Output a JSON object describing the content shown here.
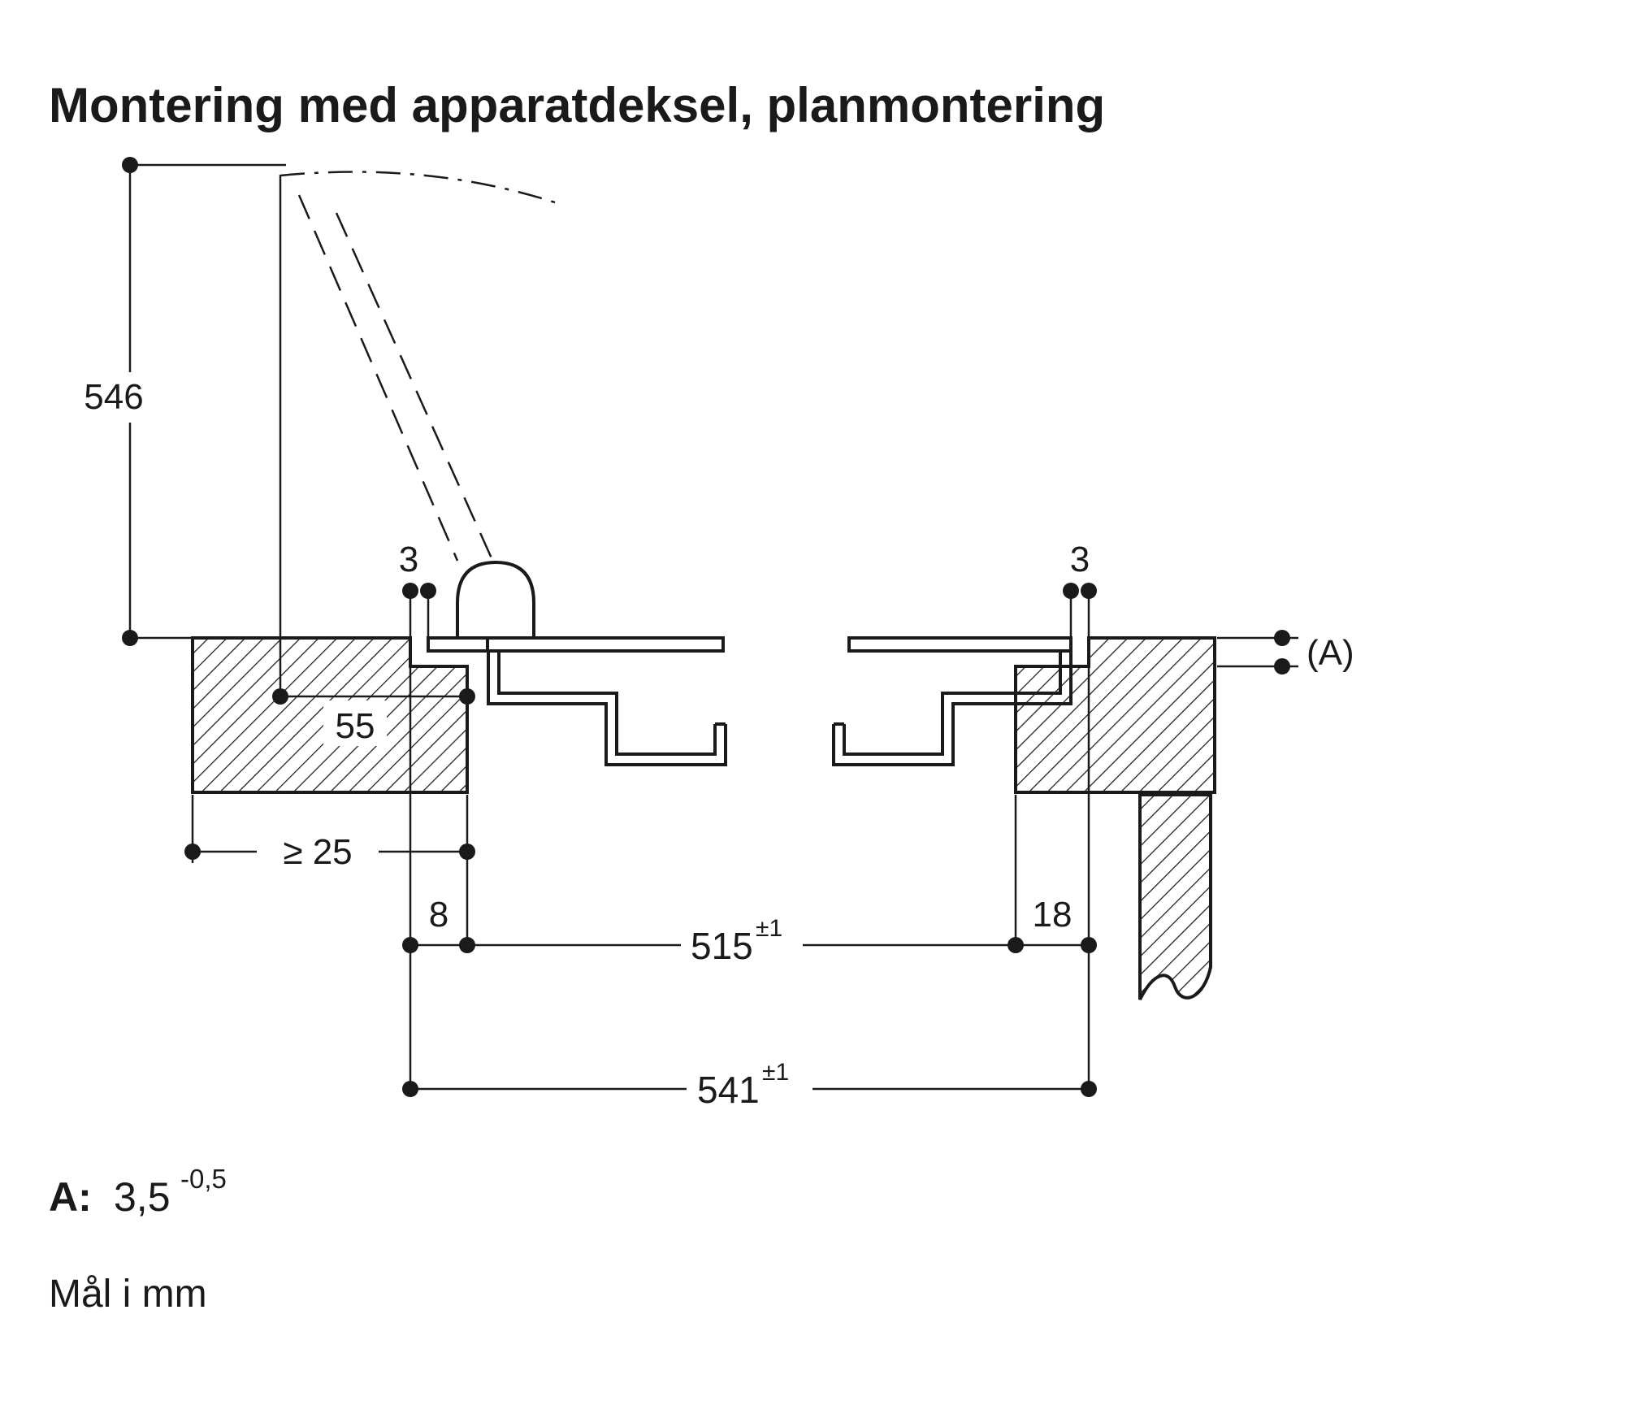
{
  "title": "Montering med apparatdeksel, planmontering",
  "diagram": {
    "dims": {
      "d546": "546",
      "d3_left": "3",
      "d3_right": "3",
      "d55": "55",
      "dge25": "≥ 25",
      "d8": "8",
      "d18": "18",
      "d515": {
        "value": "515",
        "tol": "±1"
      },
      "d541": {
        "value": "541",
        "tol": "±1"
      },
      "dA": "(A)"
    }
  },
  "notes": {
    "a": {
      "label": "A:",
      "value": "3,5",
      "tol": "-0,5"
    },
    "units": "Mål i mm"
  },
  "colors": {
    "line": "#1a1a1a",
    "background": "#ffffff"
  }
}
